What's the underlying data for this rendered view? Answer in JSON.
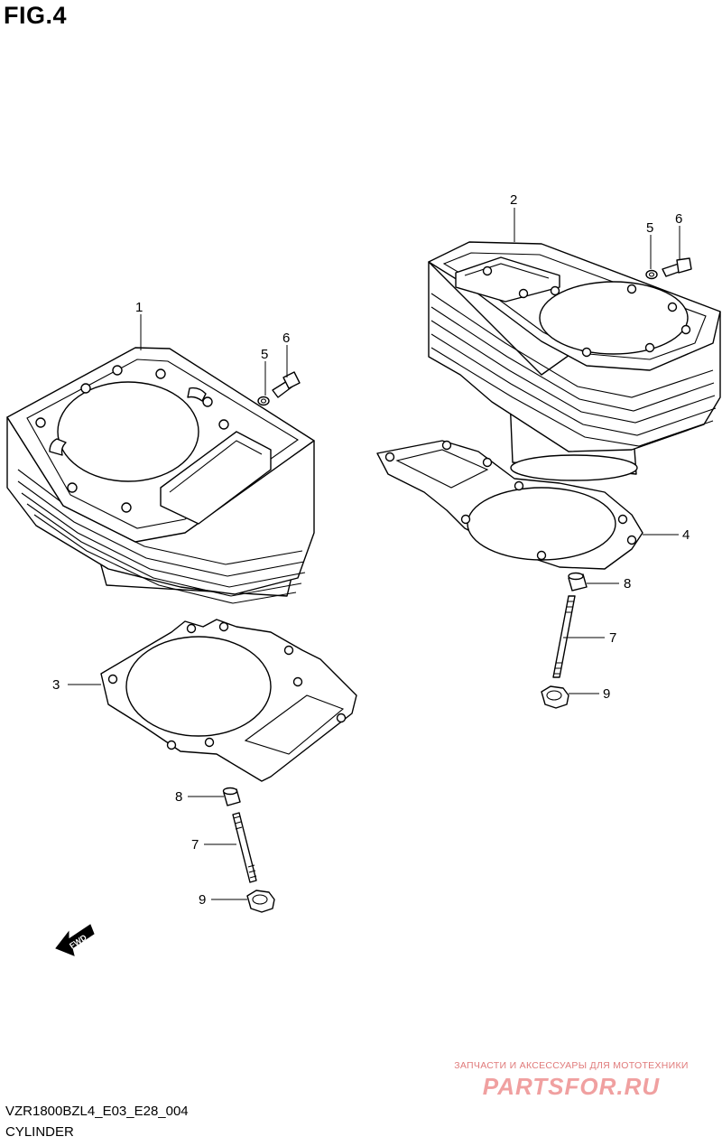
{
  "figure": {
    "title": "FIG.4"
  },
  "callouts": {
    "c1": "1",
    "c2": "2",
    "c3": "3",
    "c4": "4",
    "c5a": "5",
    "c6a": "6",
    "c5b": "5",
    "c6b": "6",
    "c7a": "7",
    "c8a": "8",
    "c9a": "9",
    "c7b": "7",
    "c8b": "8",
    "c9b": "9"
  },
  "fwd_arrow": {
    "label": "FWD"
  },
  "watermark": {
    "tagline": "ЗАПЧАСТИ И АКСЕССУАРЫ ДЛЯ МОТОТЕХНИКИ",
    "logo": "PARTSFOR.RU"
  },
  "footer": {
    "code": "VZR1800BZL4_E03_E28_004",
    "name": "CYLINDER"
  }
}
